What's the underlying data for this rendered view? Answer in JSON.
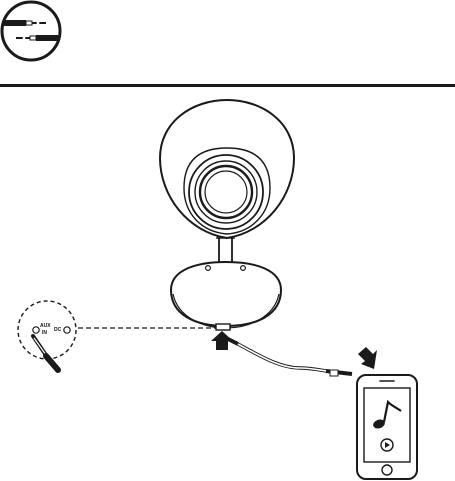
{
  "port_panel": {
    "aux_label": "AUX",
    "in_label": "IN",
    "dc_label": "DC"
  },
  "icons": {
    "badge": "aux-cable-icon",
    "speaker": "speaker-illustration",
    "phone": "smartphone-illustration",
    "music": "music-note-icon",
    "play": "play-button-icon"
  },
  "colors": {
    "line": "#1a1a1a",
    "fill": "#ffffff"
  }
}
